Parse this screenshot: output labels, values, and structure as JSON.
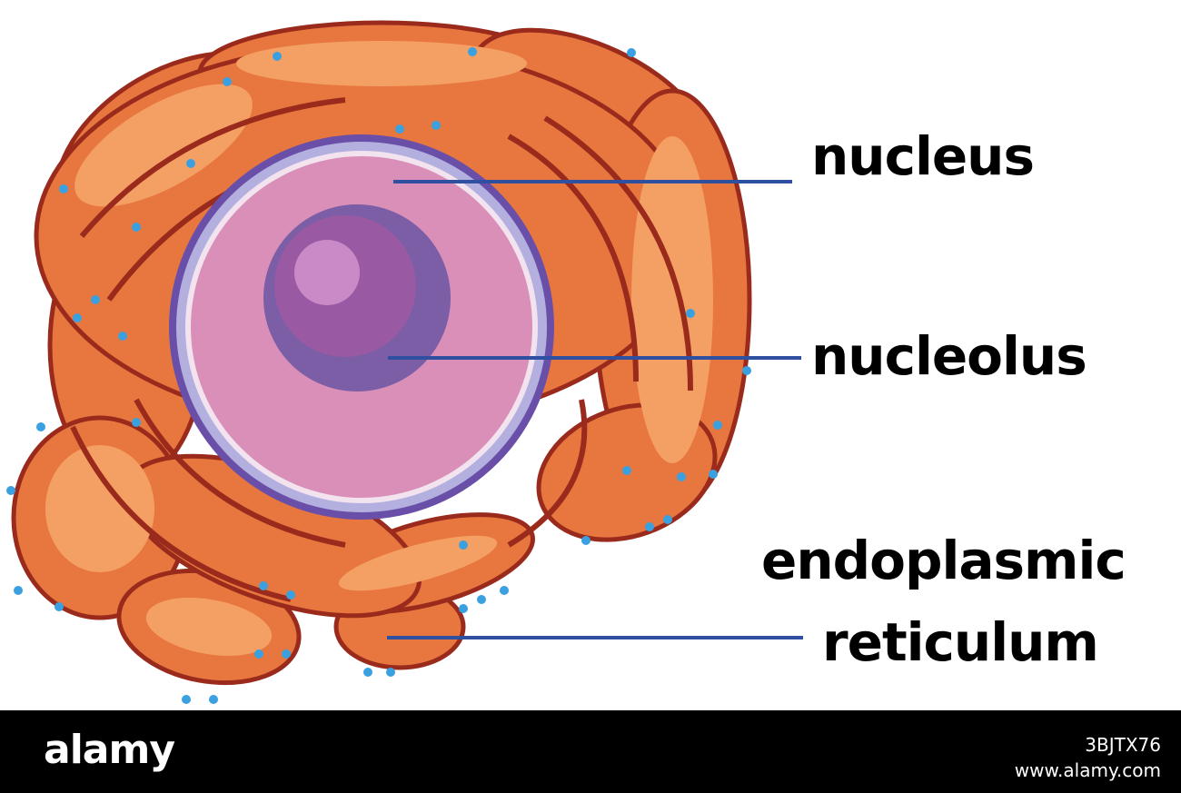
{
  "labels": {
    "nucleus": "nucleus",
    "nucleolus": "nucleolus",
    "er_line1": "endoplasmic",
    "er_line2": "reticulum"
  },
  "footer": {
    "brand": "alamy",
    "image_id": "3BJTX76",
    "site": "www.alamy.com"
  },
  "colors": {
    "er_fill": "#e8773f",
    "er_light": "#f4a065",
    "er_dark": "#9a2a1c",
    "nucleus_fill": "#d98fb8",
    "nucleus_border": "#7a5fb3",
    "nucleolus_fill": "#9a5aa3",
    "ribosome": "#3aa0e0",
    "leader_line": "#2f4fa0"
  }
}
